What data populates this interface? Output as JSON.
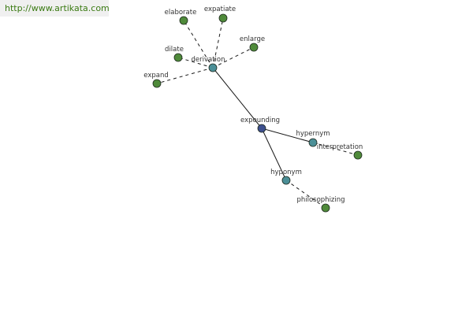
{
  "watermark": "http://www.artikata.com",
  "colors": {
    "background": "#ffffff",
    "root_node": "#3d4f8e",
    "relation_node": "#4b8f97",
    "leaf_node": "#4f8a3a",
    "node_stroke": "#1f2a1f",
    "edge": "#1a1a1a",
    "label": "#333333",
    "watermark_bg": "#f0f0f0",
    "watermark_text": "#3a7a12"
  },
  "nodes": [
    {
      "id": "expounding",
      "label": "expounding",
      "kind": "root"
    },
    {
      "id": "derivation",
      "label": "derivation",
      "kind": "relation"
    },
    {
      "id": "hypernym",
      "label": "hypernym",
      "kind": "relation"
    },
    {
      "id": "hyponym",
      "label": "hyponym",
      "kind": "relation"
    },
    {
      "id": "elaborate",
      "label": "elaborate",
      "kind": "leaf"
    },
    {
      "id": "expatiate",
      "label": "expatiate",
      "kind": "leaf"
    },
    {
      "id": "enlarge",
      "label": "enlarge",
      "kind": "leaf"
    },
    {
      "id": "dilate",
      "label": "dilate",
      "kind": "leaf"
    },
    {
      "id": "expand",
      "label": "expand",
      "kind": "leaf"
    },
    {
      "id": "interpretation",
      "label": "interpretation",
      "kind": "leaf"
    },
    {
      "id": "philosophizing",
      "label": "philosophizing",
      "kind": "leaf"
    }
  ],
  "edges": [
    {
      "from": "expounding",
      "to": "derivation",
      "style": "solid"
    },
    {
      "from": "expounding",
      "to": "hypernym",
      "style": "solid"
    },
    {
      "from": "expounding",
      "to": "hyponym",
      "style": "solid"
    },
    {
      "from": "derivation",
      "to": "elaborate",
      "style": "dashed"
    },
    {
      "from": "derivation",
      "to": "expatiate",
      "style": "dashed"
    },
    {
      "from": "derivation",
      "to": "enlarge",
      "style": "dashed"
    },
    {
      "from": "derivation",
      "to": "dilate",
      "style": "dashed"
    },
    {
      "from": "derivation",
      "to": "expand",
      "style": "dashed"
    },
    {
      "from": "hypernym",
      "to": "interpretation",
      "style": "dashed"
    },
    {
      "from": "hyponym",
      "to": "philosophizing",
      "style": "dashed"
    }
  ]
}
